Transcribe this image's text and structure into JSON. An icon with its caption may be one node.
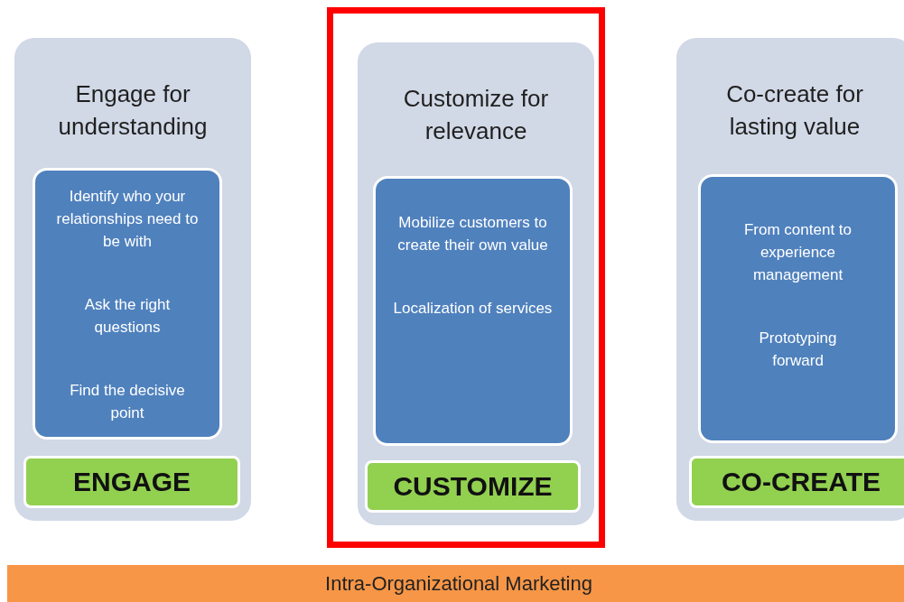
{
  "diagram": {
    "nodes": [
      {
        "text": [
          "Engage for understanding"
        ]
      },
      {
        "text": [
          "Identify who your relationships need to be with",
          "Ask the right questions",
          "Find the decisive point"
        ],
        "in": 0
      },
      {
        "text": [
          "ENGAGE"
        ],
        "in": 0
      },
      {
        "text": [],
        "shape": "box"
      },
      {
        "text": [
          "Customize for relevance"
        ],
        "in": 3
      },
      {
        "text": [
          "Mobilize customers to create their own value",
          "Localization of services"
        ],
        "in": 4
      },
      {
        "text": [
          "CUSTOMIZE"
        ],
        "in": 4
      },
      {
        "text": [
          "Co-create for lasting value"
        ]
      },
      {
        "text": [
          "From content to experience management",
          "Prototyping forward"
        ],
        "in": 7
      },
      {
        "text": [
          "CO-CREATE"
        ],
        "in": 7
      },
      {
        "text": [
          "Intra-Organizational Marketing"
        ]
      }
    ],
    "edges": []
  }
}
